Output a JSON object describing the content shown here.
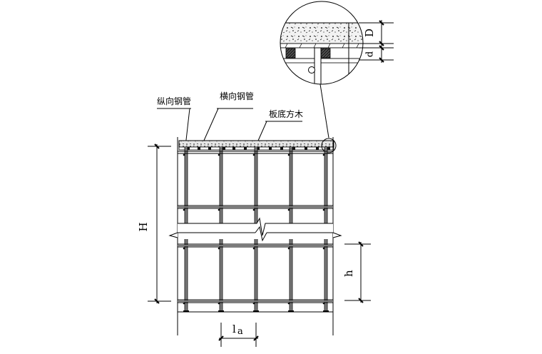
{
  "diagram": {
    "title": "",
    "labels": {
      "longitudinal_steel_pipe": "纵向钢管",
      "transverse_steel_pipe": "横向钢管",
      "slab_bottom_timber": "板底方木"
    },
    "dimensions": {
      "total_height": "H",
      "step_height": "h",
      "pole_spacing": "l",
      "pole_spacing_sub": "a",
      "slab_thickness": "D",
      "timber_height": "d"
    },
    "structure": {
      "pole_count": 5,
      "ledger_levels": [
        "top",
        "upper",
        "lower",
        "bottom"
      ],
      "break_symbol": "zigzag break line",
      "detail_callout": "circular enlarged detail of slab, timber and pipes"
    },
    "colors": {
      "line": "#000000",
      "pole": "#7a7a7a",
      "background": "#ffffff",
      "concrete_fill": "#d8d8d8",
      "timber_fill": "#303030"
    }
  }
}
